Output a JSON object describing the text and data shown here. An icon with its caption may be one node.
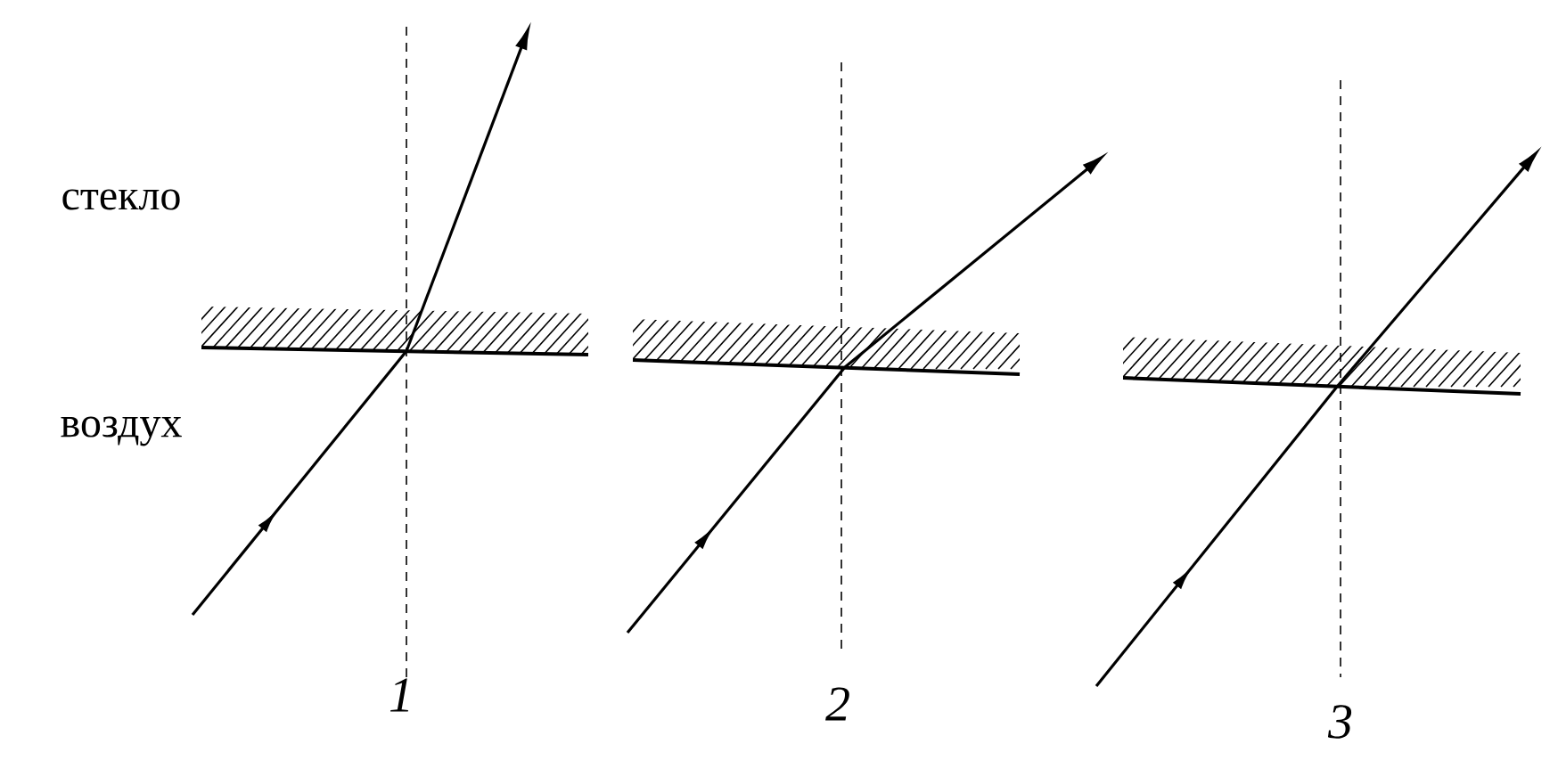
{
  "diagram": {
    "labels": [
      "стекло",
      "воздух",
      "1",
      "2",
      "3"
    ]
  }
}
